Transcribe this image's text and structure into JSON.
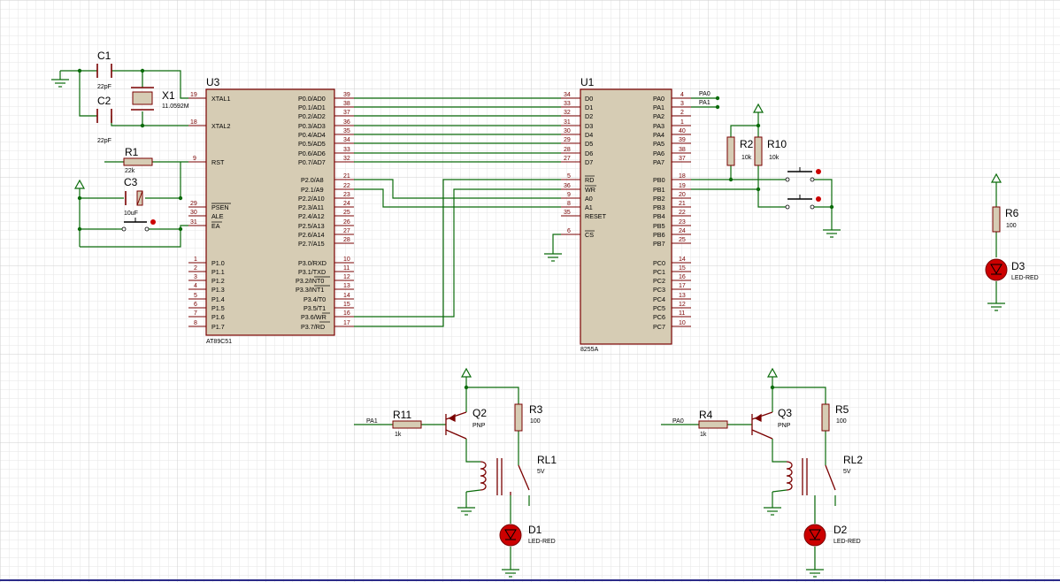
{
  "colors": {
    "grid_minor": "#e6e6e6",
    "grid_major": "#cfcfcf",
    "wire": "#0a6b0a",
    "body_fill": "#d6ccb4",
    "body_stroke": "#7a0000",
    "pin": "#7a0000",
    "led_fill": "#cc0000",
    "ground": "#0a6b0a",
    "bottom_border": "#2a2a88"
  },
  "icons": {
    "power": "power-terminal-arrow-icon",
    "ground": "ground-symbol-icon",
    "led": "led-diode-icon",
    "button": "push-button-icon"
  },
  "chips": [
    {
      "ref": "U3",
      "part": "AT89C51",
      "left_pins": [
        {
          "num": "19",
          "name": "XTAL1"
        },
        {
          "num": "18",
          "name": "XTAL2"
        },
        {
          "num": "9",
          "name": "RST"
        },
        {
          "num": "29",
          "name": "PSEN"
        },
        {
          "num": "30",
          "name": "ALE"
        },
        {
          "num": "31",
          "name": "EA"
        },
        {
          "num": "1",
          "name": "P1.0"
        },
        {
          "num": "2",
          "name": "P1.1"
        },
        {
          "num": "3",
          "name": "P1.2"
        },
        {
          "num": "4",
          "name": "P1.3"
        },
        {
          "num": "5",
          "name": "P1.4"
        },
        {
          "num": "6",
          "name": "P1.5"
        },
        {
          "num": "7",
          "name": "P1.6"
        },
        {
          "num": "8",
          "name": "P1.7"
        }
      ],
      "right_pins": [
        {
          "num": "39",
          "name": "P0.0/AD0"
        },
        {
          "num": "38",
          "name": "P0.1/AD1"
        },
        {
          "num": "37",
          "name": "P0.2/AD2"
        },
        {
          "num": "36",
          "name": "P0.3/AD3"
        },
        {
          "num": "35",
          "name": "P0.4/AD4"
        },
        {
          "num": "34",
          "name": "P0.5/AD5"
        },
        {
          "num": "33",
          "name": "P0.6/AD6"
        },
        {
          "num": "32",
          "name": "P0.7/AD7"
        },
        {
          "num": "21",
          "name": "P2.0/A8"
        },
        {
          "num": "22",
          "name": "P2.1/A9"
        },
        {
          "num": "23",
          "name": "P2.2/A10"
        },
        {
          "num": "24",
          "name": "P2.3/A11"
        },
        {
          "num": "25",
          "name": "P2.4/A12"
        },
        {
          "num": "26",
          "name": "P2.5/A13"
        },
        {
          "num": "27",
          "name": "P2.6/A14"
        },
        {
          "num": "28",
          "name": "P2.7/A15"
        },
        {
          "num": "10",
          "name": "P3.0/RXD"
        },
        {
          "num": "11",
          "name": "P3.1/TXD"
        },
        {
          "num": "12",
          "name": "P3.2/INT0"
        },
        {
          "num": "13",
          "name": "P3.3/INT1"
        },
        {
          "num": "14",
          "name": "P3.4/T0"
        },
        {
          "num": "15",
          "name": "P3.5/T1"
        },
        {
          "num": "16",
          "name": "P3.6/WR"
        },
        {
          "num": "17",
          "name": "P3.7/RD"
        }
      ]
    },
    {
      "ref": "U1",
      "part": "8255A",
      "left_pins": [
        {
          "num": "34",
          "name": "D0"
        },
        {
          "num": "33",
          "name": "D1"
        },
        {
          "num": "32",
          "name": "D2"
        },
        {
          "num": "31",
          "name": "D3"
        },
        {
          "num": "30",
          "name": "D4"
        },
        {
          "num": "29",
          "name": "D5"
        },
        {
          "num": "28",
          "name": "D6"
        },
        {
          "num": "27",
          "name": "D7"
        },
        {
          "num": "5",
          "name": "RD"
        },
        {
          "num": "36",
          "name": "WR"
        },
        {
          "num": "9",
          "name": "A0"
        },
        {
          "num": "8",
          "name": "A1"
        },
        {
          "num": "35",
          "name": "RESET"
        },
        {
          "num": "6",
          "name": "CS"
        }
      ],
      "right_pins": [
        {
          "num": "4",
          "name": "PA0"
        },
        {
          "num": "3",
          "name": "PA1"
        },
        {
          "num": "2",
          "name": "PA2"
        },
        {
          "num": "1",
          "name": "PA3"
        },
        {
          "num": "40",
          "name": "PA4"
        },
        {
          "num": "39",
          "name": "PA5"
        },
        {
          "num": "38",
          "name": "PA6"
        },
        {
          "num": "37",
          "name": "PA7"
        },
        {
          "num": "18",
          "name": "PB0"
        },
        {
          "num": "19",
          "name": "PB1"
        },
        {
          "num": "20",
          "name": "PB2"
        },
        {
          "num": "21",
          "name": "PB3"
        },
        {
          "num": "22",
          "name": "PB4"
        },
        {
          "num": "23",
          "name": "PB5"
        },
        {
          "num": "24",
          "name": "PB6"
        },
        {
          "num": "25",
          "name": "PB7"
        },
        {
          "num": "14",
          "name": "PC0"
        },
        {
          "num": "15",
          "name": "PC1"
        },
        {
          "num": "16",
          "name": "PC2"
        },
        {
          "num": "17",
          "name": "PC3"
        },
        {
          "num": "13",
          "name": "PC4"
        },
        {
          "num": "12",
          "name": "PC5"
        },
        {
          "num": "11",
          "name": "PC6"
        },
        {
          "num": "10",
          "name": "PC7"
        }
      ]
    }
  ],
  "components": {
    "c1": {
      "ref": "C1",
      "value": "22pF"
    },
    "c2": {
      "ref": "C2",
      "value": "22pF"
    },
    "c3": {
      "ref": "C3",
      "value": "10uF"
    },
    "x1": {
      "ref": "X1",
      "value": "11.0592M"
    },
    "r1": {
      "ref": "R1",
      "value": "22k"
    },
    "r2": {
      "ref": "R2",
      "value": "10k"
    },
    "r10": {
      "ref": "R10",
      "value": "10k"
    },
    "r6": {
      "ref": "R6",
      "value": "100"
    },
    "d3": {
      "ref": "D3",
      "value": "LED-RED"
    },
    "r11": {
      "ref": "R11",
      "value": "1k"
    },
    "q2": {
      "ref": "Q2",
      "value": "PNP"
    },
    "r3": {
      "ref": "R3",
      "value": "100"
    },
    "rl1": {
      "ref": "RL1",
      "value": "5V"
    },
    "d1": {
      "ref": "D1",
      "value": "LED-RED"
    },
    "r4": {
      "ref": "R4",
      "value": "1k"
    },
    "q3": {
      "ref": "Q3",
      "value": "PNP"
    },
    "r5": {
      "ref": "R5",
      "value": "100"
    },
    "rl2": {
      "ref": "RL2",
      "value": "5V"
    },
    "d2": {
      "ref": "D2",
      "value": "LED-RED"
    }
  },
  "net_labels": {
    "pa0_out": "PA0",
    "pa1_out": "PA1",
    "pa1_in": "PA1",
    "pa0_in": "PA0"
  }
}
